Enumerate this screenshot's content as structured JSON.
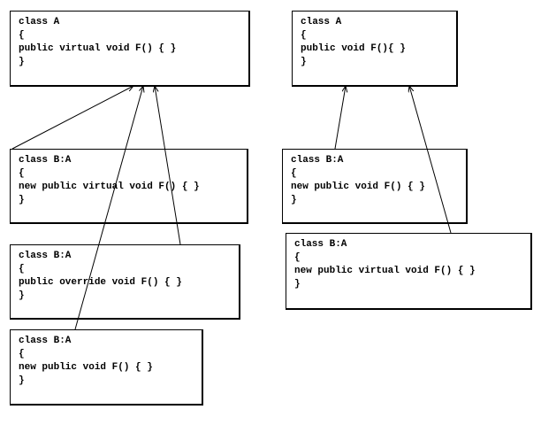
{
  "left_group": {
    "base": {
      "lines": [
        "class A",
        "{",
        "public virtual void F() { }",
        "}"
      ]
    },
    "derived_new_virtual": {
      "lines": [
        "class B:A",
        "{",
        "new public virtual void F() { }",
        "}"
      ]
    },
    "derived_override": {
      "lines": [
        "class B:A",
        "{",
        "public override void F() { }",
        "}"
      ]
    },
    "derived_new": {
      "lines": [
        "class B:A",
        "{",
        "new public void F() { }",
        "}"
      ]
    }
  },
  "right_group": {
    "base": {
      "lines": [
        "class A",
        "{",
        "public void F(){ }",
        "}"
      ]
    },
    "derived_new": {
      "lines": [
        "class B:A",
        "{",
        "new public void F() { }",
        "}"
      ]
    },
    "derived_new_virtual": {
      "lines": [
        "class B:A",
        "{",
        "new public virtual void F() { }",
        "}"
      ]
    }
  },
  "colors": {
    "line": "#000000",
    "box_border": "#000000",
    "background": "#ffffff"
  }
}
